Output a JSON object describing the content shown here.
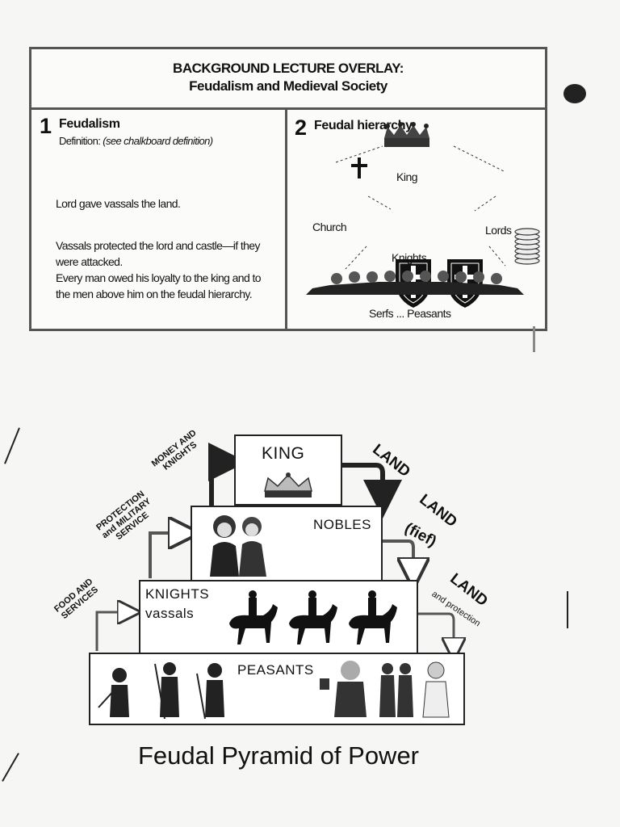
{
  "overlay": {
    "title_line1": "BACKGROUND LECTURE OVERLAY:",
    "title_line2": "Feudalism and Medieval Society",
    "section1": {
      "number": "1",
      "heading": "Feudalism",
      "definition_label": "Definition:",
      "definition_text": "(see chalkboard definition)",
      "para1": "Lord gave vassals the land.",
      "para2": "Vassals protected the lord and castle—if they were attacked.",
      "para3": "Every man owed his loyalty to the king and to the men above him on the feudal hierarchy."
    },
    "section2": {
      "number": "2",
      "heading": "Feudal hierarchy",
      "labels": {
        "king": "King",
        "church": "Church",
        "lords": "Lords",
        "knights": "Knights",
        "serfs": "Serfs ... Peasants"
      }
    }
  },
  "pyramid": {
    "tiers": {
      "king": "KING",
      "nobles": "NOBLES",
      "knights": "KNIGHTS",
      "knights_sub": "vassals",
      "peasants": "PEASANTS"
    },
    "up_labels": {
      "money": [
        "MONEY AND",
        "KNIGHTS"
      ],
      "protection": [
        "PROTECTION",
        "and MILITARY",
        "SERVICE"
      ],
      "food": [
        "FOOD AND",
        "SERVICES"
      ]
    },
    "down_labels": {
      "land1": "LAND",
      "land2": "LAND",
      "fief": "(fief)",
      "land3": "LAND",
      "and_protection": "and protection"
    },
    "caption": "Feudal Pyramid of Power"
  }
}
